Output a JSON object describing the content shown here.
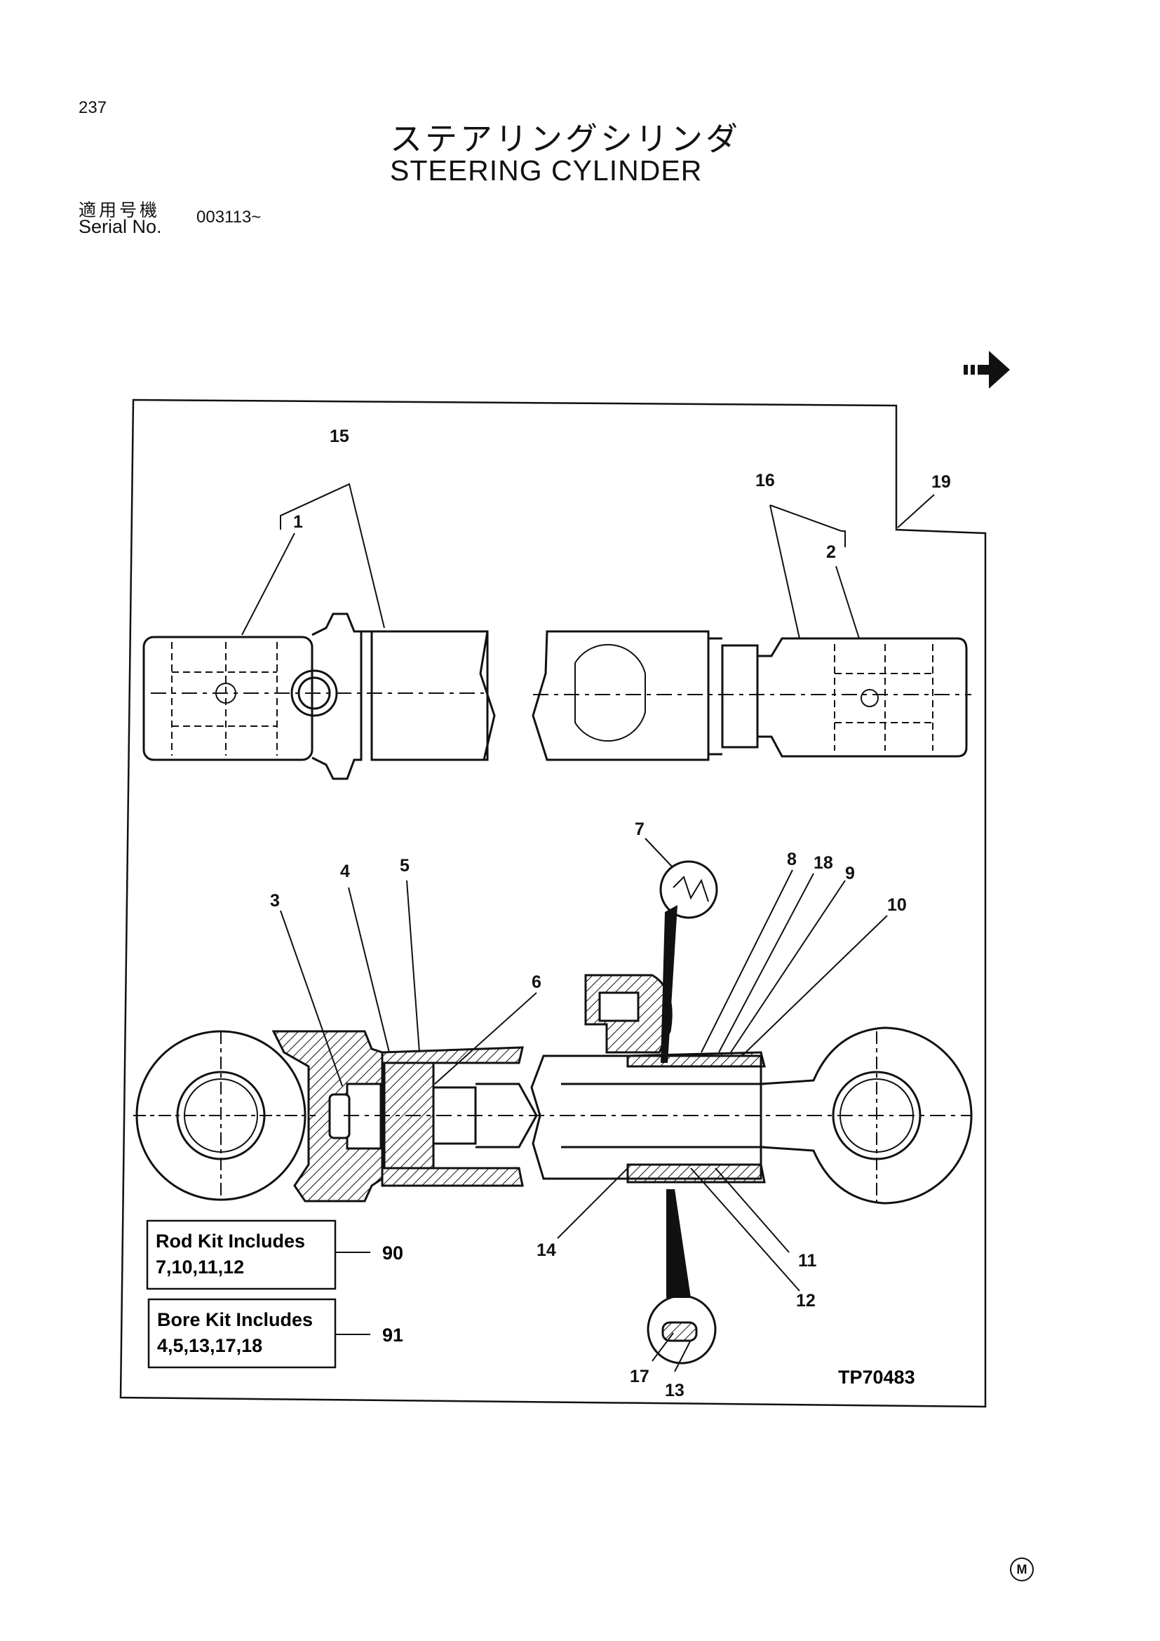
{
  "header": {
    "page_number": "237",
    "title_jp": "ステアリングシリンダ",
    "title_en": "STEERING CYLINDER",
    "serial_label_jp": "適用号機",
    "serial_label_en": "Serial No.",
    "serial_value": "003113~"
  },
  "callouts": {
    "c1": "1",
    "c2": "2",
    "c3": "3",
    "c4": "4",
    "c5": "5",
    "c6": "6",
    "c7": "7",
    "c8": "8",
    "c9": "9",
    "c10": "10",
    "c11": "11",
    "c12": "12",
    "c13": "13",
    "c14": "14",
    "c15": "15",
    "c16": "16",
    "c17": "17",
    "c18": "18",
    "c19": "19"
  },
  "kits": {
    "rod": {
      "title": "Rod Kit Includes",
      "items": "7,10,11,12",
      "number": "90"
    },
    "bore": {
      "title": "Bore Kit Includes",
      "items": "4,5,13,17,18",
      "number": "91"
    }
  },
  "reference_code": "TP70483",
  "manufacturer_mark": "M",
  "icons": {
    "next_page": "arrow-right-icon"
  }
}
